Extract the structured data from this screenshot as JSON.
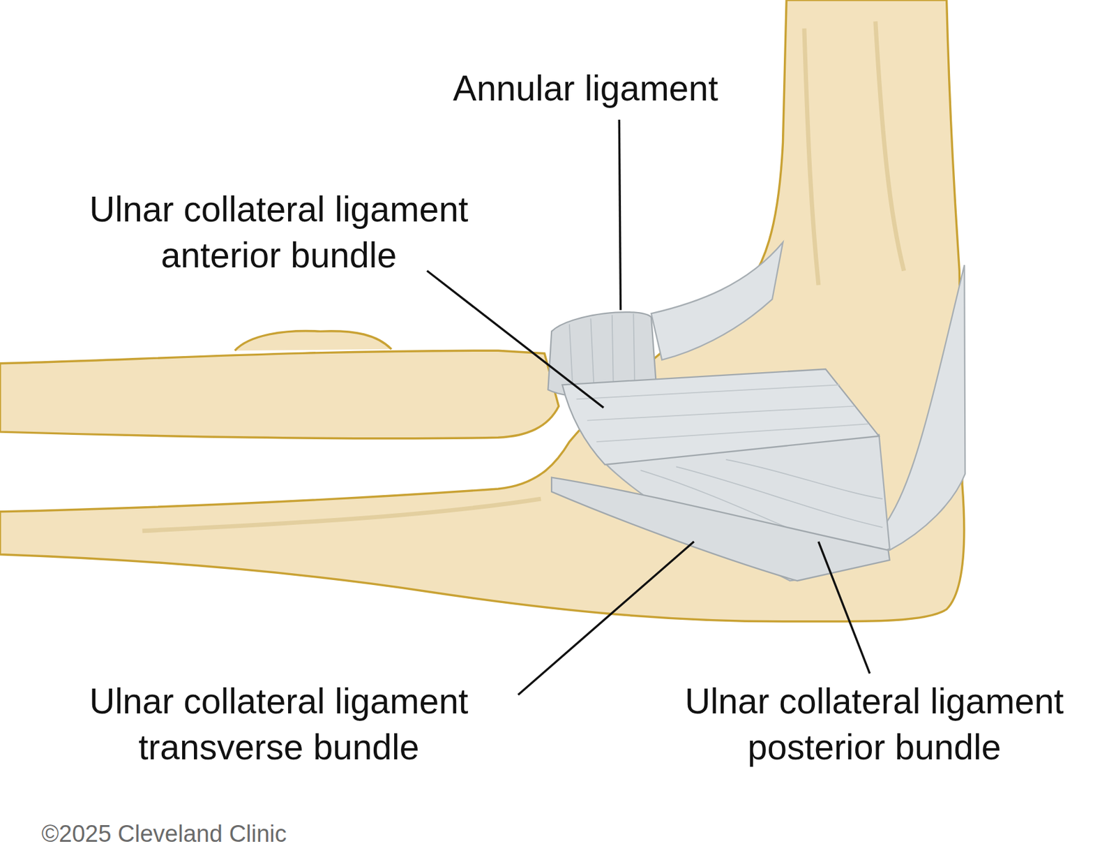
{
  "diagram": {
    "labels": [
      "Annular ligament",
      "Ulnar collateral ligament anterior bundle",
      "Ulnar collateral ligament transverse bundle",
      "Ulnar collateral ligament posterior bundle",
      "©2025 Cleveland Clinic"
    ]
  }
}
